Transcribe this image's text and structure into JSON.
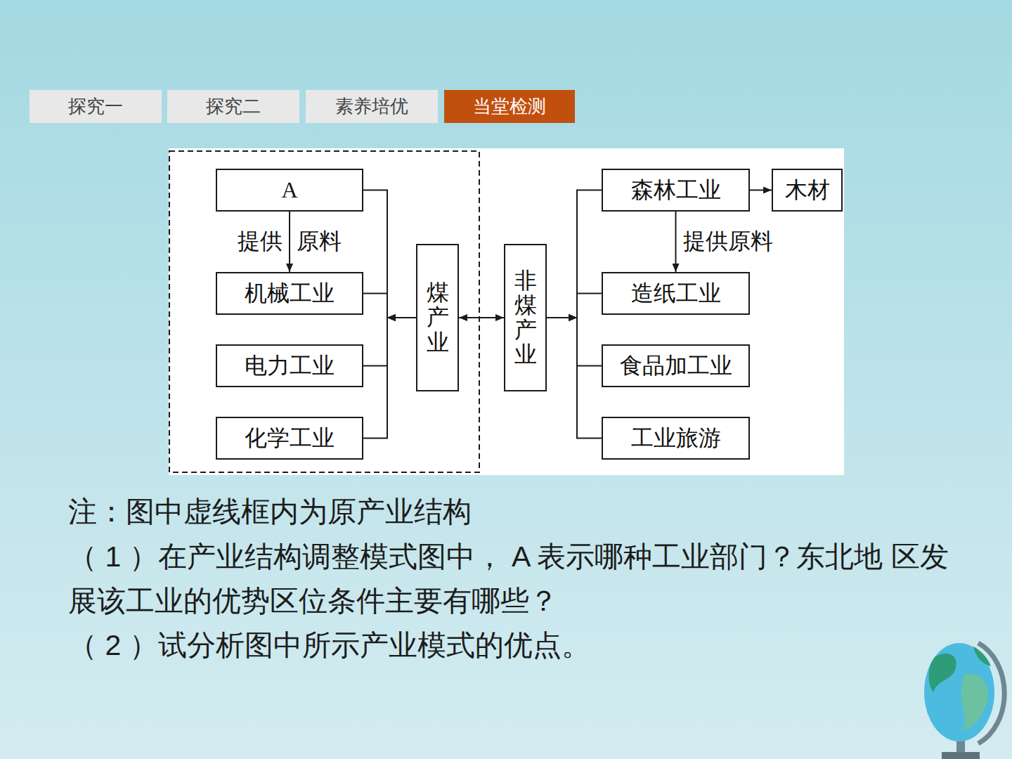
{
  "diagram": {
    "nodes": [
      {
        "text": [
          "探究一"
        ]
      },
      {
        "text": [
          "探究二"
        ]
      },
      {
        "text": [
          "素养培优"
        ]
      },
      {
        "text": [
          "当堂检测"
        ]
      },
      {
        "text": [
          "A"
        ]
      },
      {
        "text": [
          "机械工业"
        ]
      },
      {
        "text": [
          "电力工业"
        ]
      },
      {
        "text": [
          "化学工业"
        ]
      },
      {
        "text": [
          "煤产业"
        ]
      },
      {
        "text": [
          "非煤产业"
        ]
      },
      {
        "text": [
          "森林工业"
        ]
      },
      {
        "text": [
          "木材"
        ]
      },
      {
        "text": [
          "造纸工业"
        ]
      },
      {
        "text": [
          "食品加工业"
        ]
      },
      {
        "text": [
          "工业旅游"
        ]
      }
    ],
    "edges": [
      {
        "from": 4,
        "to": 5,
        "arrow": "to",
        "label": "提供"
      },
      {
        "from": 8,
        "to": 4,
        "arrow": "to"
      },
      {
        "from": 8,
        "to": 5,
        "arrow": "to"
      },
      {
        "from": 8,
        "to": 6,
        "arrow": "to"
      },
      {
        "from": 8,
        "to": 7,
        "arrow": "to"
      },
      {
        "from": 8,
        "to": 9,
        "arrow": "both"
      },
      {
        "from": 9,
        "to": 10,
        "arrow": "to"
      },
      {
        "from": 9,
        "to": 12,
        "arrow": "to"
      },
      {
        "from": 9,
        "to": 13,
        "arrow": "to"
      },
      {
        "from": 9,
        "to": 14,
        "arrow": "to"
      },
      {
        "from": 10,
        "to": 11,
        "arrow": "to"
      },
      {
        "from": 10,
        "to": 12,
        "arrow": "to",
        "label": "提供原料"
      }
    ],
    "labels": [
      "原料",
      "注：图中虚线框内为原产业结构",
      "（ 1 ）在产业结构调整模式图中， A 表示哪种工业部门？东北地 区发展该工业的优势区位条件主要有哪些？",
      "（ 2 ）试分析图中所示产业模式的优点。"
    ]
  }
}
